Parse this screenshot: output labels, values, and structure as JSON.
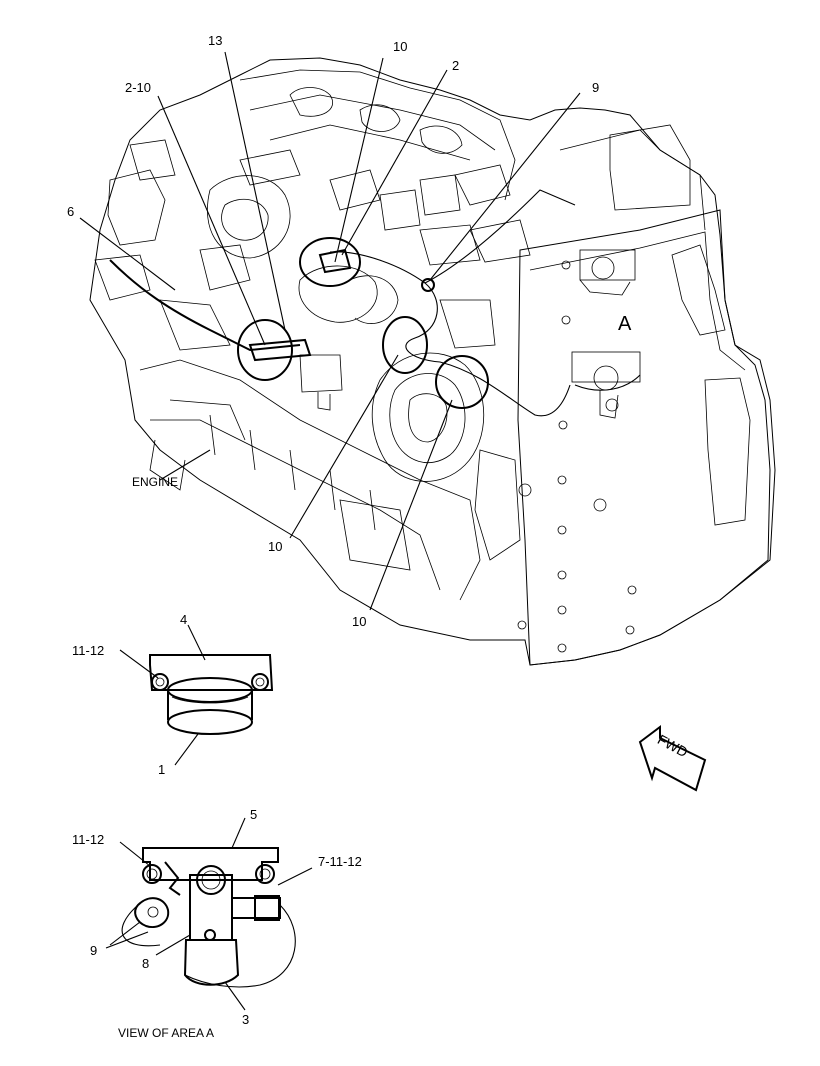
{
  "callouts": {
    "c13": "13",
    "c10_top": "10",
    "c2": "2",
    "c2_10": "2-10",
    "c9_top": "9",
    "c6": "6",
    "area_a": "A",
    "engine": "ENGINE",
    "c10_mid": "10",
    "c10_low": "10",
    "c4": "4",
    "c11_12_a": "11-12",
    "c1": "1",
    "fwd": "FWD",
    "c5": "5",
    "c11_12_b": "11-12",
    "c7_11_12": "7-11-12",
    "c9_low": "9",
    "c8": "8",
    "c3": "3",
    "view_caption": "VIEW OF AREA A"
  }
}
